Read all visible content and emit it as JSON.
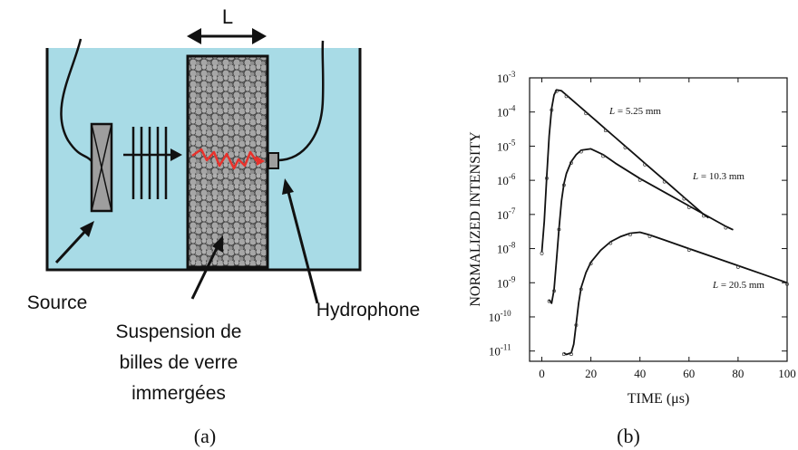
{
  "panel_a": {
    "width_label": "L",
    "source_label": "Source",
    "hydrophone_label": "Hydrophone",
    "suspension_label_lines": [
      "Suspension de",
      "billes de verre",
      "immergées"
    ],
    "caption": "(a)",
    "colors": {
      "water": "#a8dbe6",
      "beads": "#9a9a9a",
      "bead_edge": "#3c3c3c",
      "path": "#e8322c"
    }
  },
  "panel_b": {
    "caption": "(b)"
  },
  "chart_data": {
    "type": "line",
    "xlabel": "TIME (μs)",
    "ylabel": "NORMALIZED INTENSITY",
    "xlim": [
      -5,
      100
    ],
    "ylim_log10": [
      -11.3,
      -3
    ],
    "y_scale": "log",
    "x_ticks": [
      0,
      20,
      40,
      60,
      80,
      100
    ],
    "x_tick_labels": [
      "0",
      "20",
      "40",
      "60",
      "80",
      "100"
    ],
    "y_ticks_exp": [
      -3,
      -4,
      -5,
      -6,
      -7,
      -8,
      -9,
      -10,
      -11
    ],
    "y_tick_labels": [
      "10-3",
      "10-4",
      "10-5",
      "10-6",
      "10-7",
      "10-8",
      "10-9",
      "10-10",
      "10-11"
    ],
    "series": [
      {
        "name": "L = 5.25 mm",
        "label_prefix": "L",
        "label_value": " = 5.25 mm",
        "x": [
          0,
          1,
          2,
          3,
          4,
          5,
          6,
          8,
          10,
          14,
          18,
          22,
          26,
          30,
          34,
          38,
          42,
          46,
          50,
          54,
          58,
          62,
          66,
          68
        ],
        "y": [
          -8.1,
          -7.2,
          -5.9,
          -4.7,
          -3.9,
          -3.5,
          -3.35,
          -3.38,
          -3.5,
          -3.75,
          -4.0,
          -4.25,
          -4.5,
          -4.75,
          -5.0,
          -5.25,
          -5.5,
          -5.75,
          -6.0,
          -6.25,
          -6.5,
          -6.75,
          -7.0,
          -7.1
        ]
      },
      {
        "name": "L = 10.3 mm",
        "label_prefix": "L",
        "label_value": " = 10.3 mm",
        "x": [
          3,
          4,
          5,
          6,
          7,
          8,
          9,
          10,
          12,
          14,
          16,
          20,
          25,
          30,
          40,
          50,
          60,
          70,
          75,
          78
        ],
        "y": [
          -9.5,
          -9.6,
          -9.2,
          -8.3,
          -7.4,
          -6.6,
          -6.1,
          -5.8,
          -5.45,
          -5.25,
          -5.12,
          -5.08,
          -5.25,
          -5.5,
          -5.95,
          -6.35,
          -6.75,
          -7.15,
          -7.35,
          -7.45
        ]
      },
      {
        "name": "L = 20.5 mm",
        "label_prefix": "L",
        "label_value": " = 20.5 mm",
        "x": [
          9,
          10,
          12,
          13,
          14,
          15,
          16,
          18,
          20,
          24,
          28,
          32,
          36,
          40,
          44,
          50,
          60,
          70,
          80,
          90,
          100
        ],
        "y": [
          -11.05,
          -11.1,
          -11.05,
          -10.8,
          -10.2,
          -9.6,
          -9.15,
          -8.7,
          -8.4,
          -8.05,
          -7.8,
          -7.65,
          -7.55,
          -7.52,
          -7.6,
          -7.75,
          -8.0,
          -8.25,
          -8.5,
          -8.75,
          -9.0
        ]
      }
    ]
  }
}
